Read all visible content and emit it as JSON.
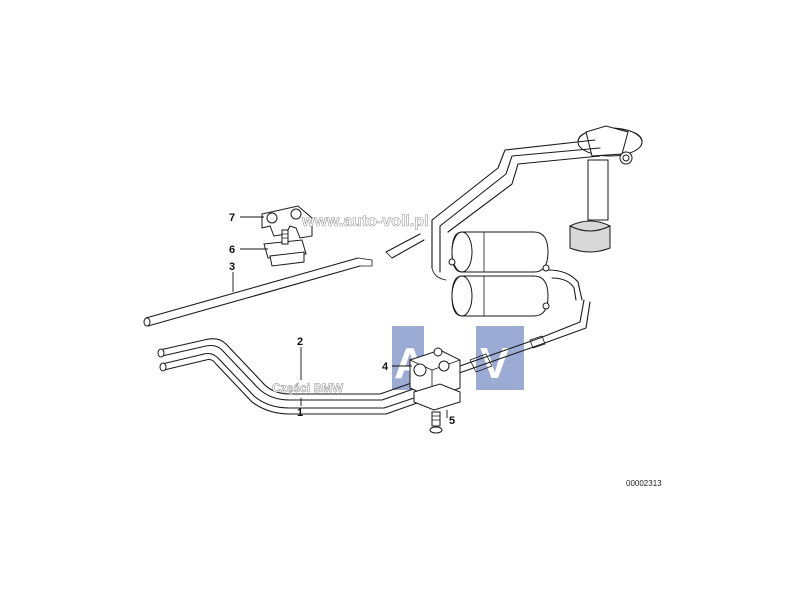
{
  "diagram": {
    "callouts": [
      {
        "id": "c1",
        "label": "1"
      },
      {
        "id": "c2",
        "label": "2"
      },
      {
        "id": "c3",
        "label": "3"
      },
      {
        "id": "c4",
        "label": "4"
      },
      {
        "id": "c5",
        "label": "5"
      },
      {
        "id": "c6",
        "label": "6"
      },
      {
        "id": "c7",
        "label": "7"
      }
    ],
    "document_number": "00002313"
  },
  "watermark": {
    "url_text": "www.auto-voll.pl",
    "brand_text": "Części BMW",
    "logo_letters": "AV",
    "logo_color": "#7b8fc6"
  }
}
